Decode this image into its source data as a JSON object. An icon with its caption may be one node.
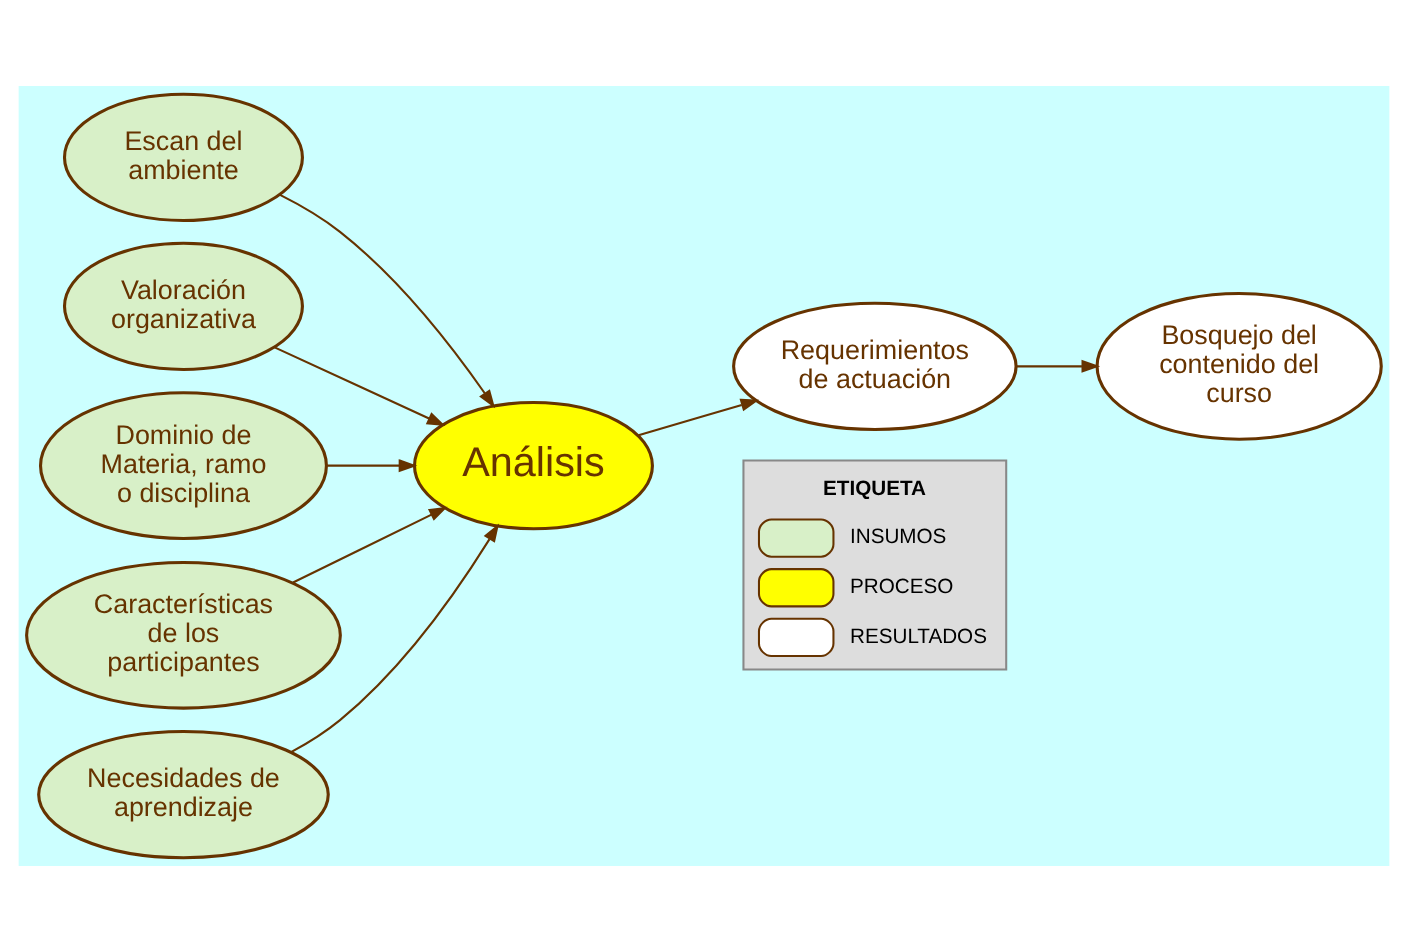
{
  "diagram": {
    "nodes": [
      {
        "text": [
          "Escan del ambiente"
        ]
      },
      {
        "text": [
          "Valoración organizativa"
        ]
      },
      {
        "text": [
          "Dominio de Materia, ramo o disciplina"
        ]
      },
      {
        "text": [
          "Características de los participantes"
        ]
      },
      {
        "text": [
          "Necesidades de aprendizaje"
        ]
      },
      {
        "text": [
          "Análisis"
        ]
      },
      {
        "text": [
          "Requerimientos de actuación"
        ]
      },
      {
        "text": [
          "Bosquejo del contenido del curso"
        ]
      }
    ],
    "edges": [
      {
        "from": 0,
        "to": 5,
        "arrow": "to"
      },
      {
        "from": 1,
        "to": 5,
        "arrow": "to"
      },
      {
        "from": 2,
        "to": 5,
        "arrow": "to"
      },
      {
        "from": 3,
        "to": 5,
        "arrow": "to"
      },
      {
        "from": 4,
        "to": 5,
        "arrow": "to"
      },
      {
        "from": 5,
        "to": 6,
        "arrow": "to"
      },
      {
        "from": 6,
        "to": 7,
        "arrow": "to"
      }
    ],
    "labels": [
      "ETIQUETA"
    ],
    "legend": [
      {
        "text": "INSUMOS",
        "color": "#d8f0c8"
      },
      {
        "text": "PROCESO",
        "color": "#ffff00"
      },
      {
        "text": "RESULTADOS",
        "color": "#ffffff"
      }
    ]
  }
}
